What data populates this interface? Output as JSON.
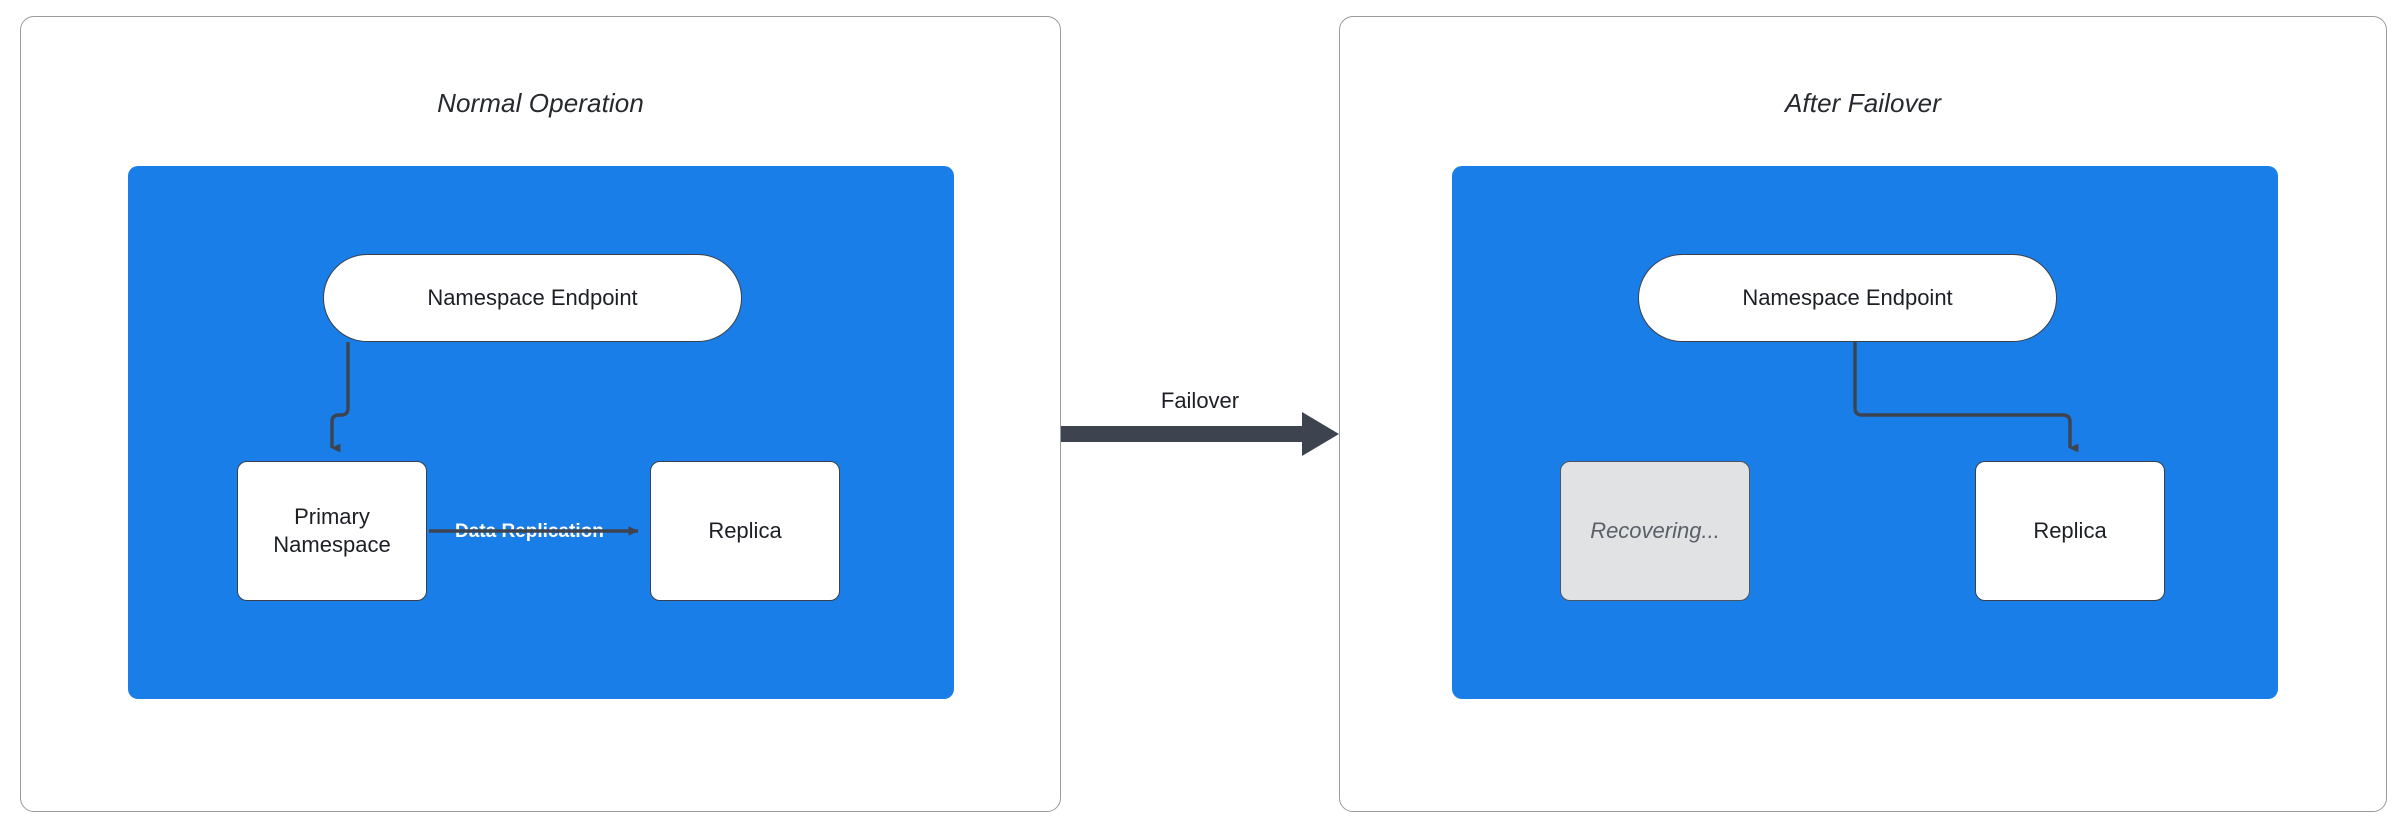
{
  "diagram": {
    "title_implicit": "",
    "background": "#ffffff",
    "accent_blue": "#1a7ee8",
    "stroke_dark": "#39404a",
    "muted_fill": "#e0e2e4"
  },
  "panels": [
    {
      "id": "normal-operation",
      "title": "Normal Operation",
      "group_color": "#1a7ee8",
      "nodes": [
        {
          "id": "endpoint",
          "label": "Namespace Endpoint",
          "shape": "pill",
          "fill": "#ffffff"
        },
        {
          "id": "primary",
          "label": "Primary\nNamespace",
          "line1": "Primary",
          "line2": "Namespace",
          "shape": "box",
          "fill": "#ffffff"
        },
        {
          "id": "replica",
          "label": "Replica",
          "shape": "box",
          "fill": "#ffffff"
        }
      ],
      "edges": [
        {
          "from": "endpoint",
          "to": "primary",
          "label": ""
        },
        {
          "from": "primary",
          "to": "replica",
          "label": "Data Replication"
        }
      ]
    },
    {
      "id": "after-failover",
      "title": "After Failover",
      "group_color": "#1a7ee8",
      "nodes": [
        {
          "id": "endpoint",
          "label": "Namespace Endpoint",
          "shape": "pill",
          "fill": "#ffffff"
        },
        {
          "id": "recovering",
          "label": "Recovering...",
          "shape": "box",
          "fill": "#e0e2e4",
          "state": "muted"
        },
        {
          "id": "replica",
          "label": "Replica",
          "shape": "box",
          "fill": "#ffffff"
        }
      ],
      "edges": [
        {
          "from": "endpoint",
          "to": "replica",
          "label": ""
        }
      ]
    }
  ],
  "transition": {
    "label": "Failover",
    "direction": "left-to-right",
    "color": "#3d444f"
  }
}
